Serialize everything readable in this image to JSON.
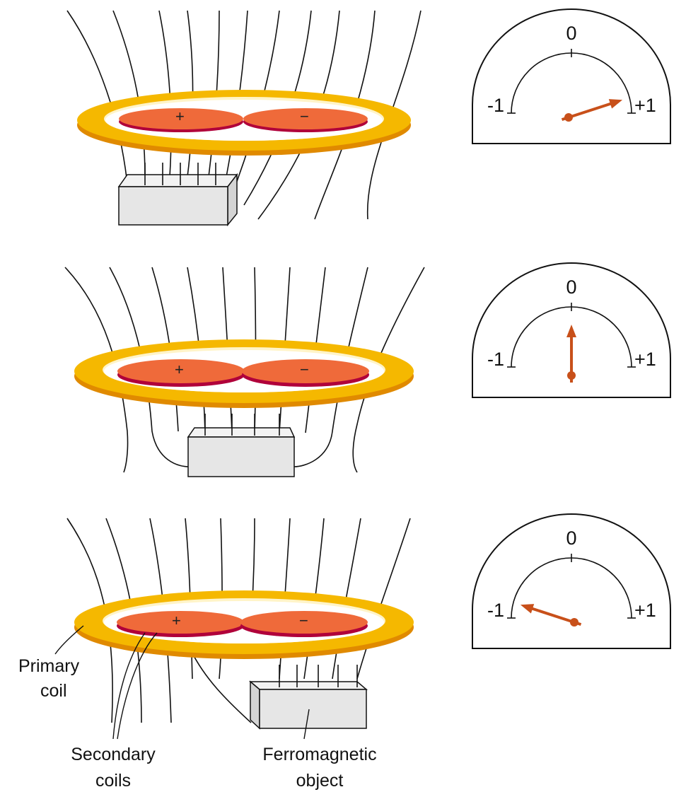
{
  "colors": {
    "primary_coil": "#f5b800",
    "primary_coil_dark": "#e08a00",
    "secondary_coil": "#ef6a3a",
    "secondary_coil_edge": "#b0003a",
    "needle": "#c8501a",
    "object": "#e6e6e6",
    "field_line": "#111111"
  },
  "coil_signs": {
    "left": "+",
    "right": "−"
  },
  "meter_ticks": {
    "left": "-1",
    "center": "0",
    "right": "+1"
  },
  "panels": [
    {
      "object_position": "under-left",
      "meter_reading": 1
    },
    {
      "object_position": "centered",
      "meter_reading": 0
    },
    {
      "object_position": "under-right",
      "meter_reading": -1
    }
  ],
  "labels": {
    "primary": [
      "Primary",
      "coil"
    ],
    "secondary": [
      "Secondary",
      "coils"
    ],
    "object": [
      "Ferromagnetic",
      "object"
    ]
  }
}
